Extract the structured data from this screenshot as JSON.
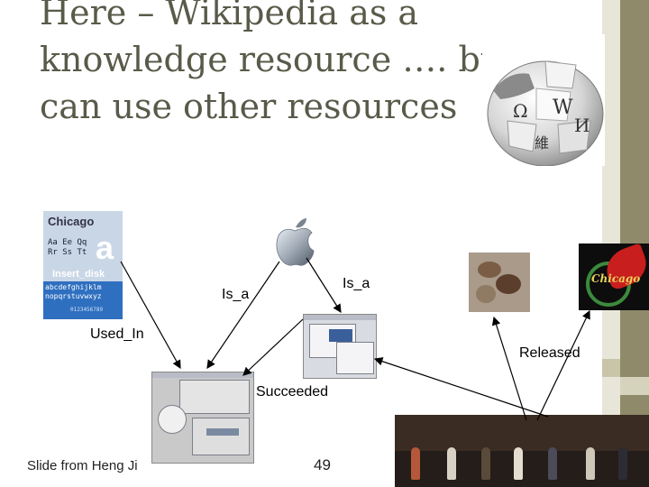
{
  "slide": {
    "title_lines": [
      "Here – Wikipedia as a",
      "knowledge resource  …. but",
      "can use other resources"
    ],
    "credit": "Slide from Heng Ji",
    "page_number": "49"
  },
  "font_sample": {
    "name": "Chicago",
    "pairs": "Aa Ee Qq\nRr Ss Tt",
    "big_letter": "a",
    "disk_label": "Insert_disk",
    "lowercase": "abcdefghijklm\nnopqrstuvwxyz",
    "digits": "0123456789"
  },
  "logo": {
    "wordmark": "Chicago"
  },
  "wiki_globe": {
    "glyphs": [
      "Ω",
      "W",
      "И",
      "維"
    ]
  },
  "edges": {
    "used_in": "Used_In",
    "is_a_left": "Is_a",
    "is_a_right": "Is_a",
    "succeeded": "Succeeded",
    "released": "Released"
  },
  "colors": {
    "title": "#5a5a4a",
    "accent_bar": "#8f8a6a",
    "accent_bar_light": "#e8e6d9"
  }
}
